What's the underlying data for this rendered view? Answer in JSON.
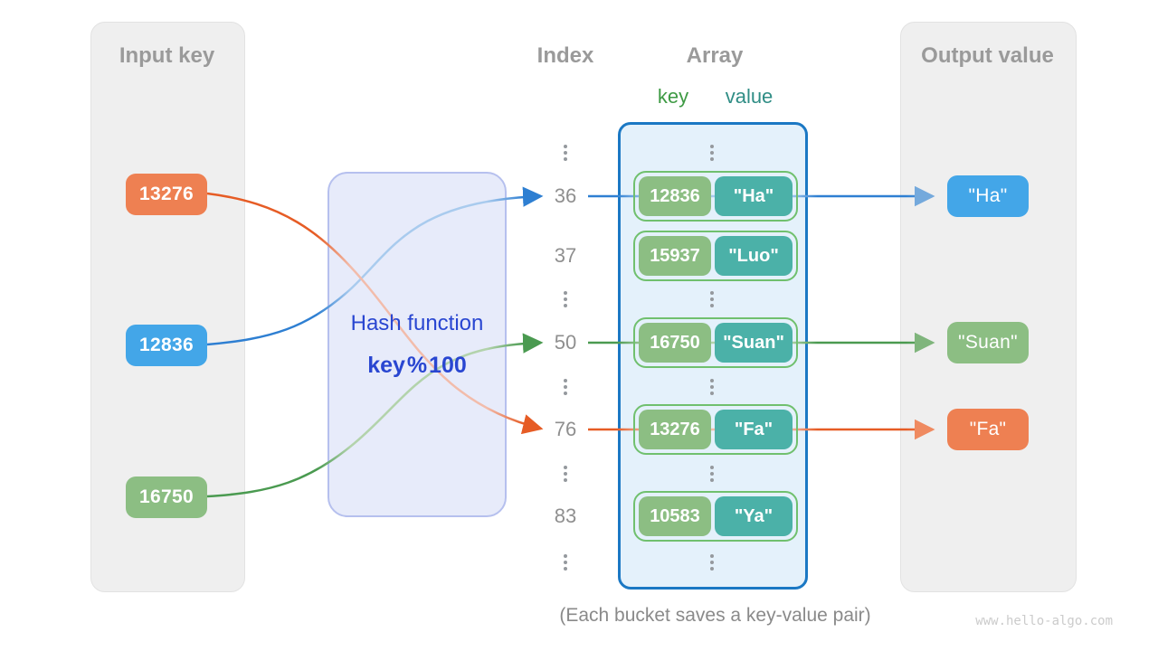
{
  "panels": {
    "input": {
      "title": "Input key",
      "items": [
        {
          "label": "13276"
        },
        {
          "label": "12836"
        },
        {
          "label": "16750"
        }
      ]
    },
    "output": {
      "title": "Output value",
      "items": [
        {
          "label": "\"Ha\""
        },
        {
          "label": "\"Suan\""
        },
        {
          "label": "\"Fa\""
        }
      ]
    }
  },
  "hash": {
    "title": "Hash function",
    "formula": "key % 100"
  },
  "columns": {
    "index_header": "Index",
    "array_header": "Array",
    "key_label": "key",
    "value_label": "value"
  },
  "rows": [
    {
      "index": "36",
      "key": "12836",
      "value": "\"Ha\""
    },
    {
      "index": "37",
      "key": "15937",
      "value": "\"Luo\""
    },
    {
      "index": "50",
      "key": "16750",
      "value": "\"Suan\""
    },
    {
      "index": "76",
      "key": "13276",
      "value": "\"Fa\""
    },
    {
      "index": "83",
      "key": "10583",
      "value": "\"Ya\""
    }
  ],
  "connections": [
    {
      "input": "12836",
      "index": "36",
      "output": "\"Ha\"",
      "color": "#2e7fd2"
    },
    {
      "input": "16750",
      "index": "50",
      "output": "\"Suan\"",
      "color": "#4a9a50"
    },
    {
      "input": "13276",
      "index": "76",
      "output": "\"Fa\"",
      "color": "#e65c25"
    }
  ],
  "caption": "(Each bucket saves a key-value pair)",
  "watermark": "www.hello-algo.com",
  "colors": {
    "input_orange": "#ee8052",
    "input_blue": "#43a6e8",
    "key_green": "#8cbe83",
    "value_teal": "#4bb1a8",
    "pair_border_green": "#70c06e",
    "array_border_blue": "#1b78c4",
    "array_fill": "#e4f1fb",
    "hash_fill": "#e7ebfa",
    "hash_border": "#b6c0ee",
    "hash_text_blue": "#2946d1",
    "arrow_blue": "#2e7fd2",
    "arrow_green": "#4a9a50",
    "arrow_orange": "#e65c25",
    "panel_gray": "#efefef",
    "title_gray": "#9a9a9a"
  }
}
